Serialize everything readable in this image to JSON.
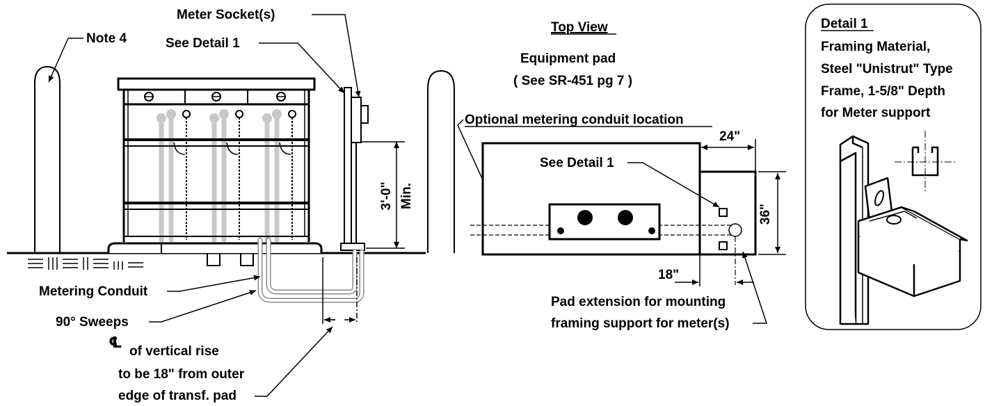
{
  "side_view": {
    "note4": "Note 4",
    "meter_sockets": "Meter Socket(s)",
    "see_detail_1": "See Detail 1",
    "dim_height": "3'-0\"",
    "dim_min": "Min.",
    "metering_conduit": "Metering Conduit",
    "sweeps": "90° Sweeps",
    "centerline_symbol": "℄",
    "rise_note": [
      "of vertical rise",
      "to be 18\" from outer",
      "edge of transf. pad"
    ]
  },
  "top_view": {
    "title": "Top View",
    "pad_label": "Equipment pad",
    "pad_ref": "( See SR-451 pg 7 )",
    "optional_conduit": "Optional metering conduit location",
    "see_detail_1": "See Detail 1",
    "dim_24": "24\"",
    "dim_36": "36\"",
    "dim_18": "18\"",
    "pad_extension": [
      "Pad extension for mounting",
      "framing support for meter(s)"
    ]
  },
  "detail1": {
    "title": "Detail 1",
    "lines": [
      "Framing Material,",
      "Steel \"Unistrut\" Type",
      "Frame, 1-5/8\" Depth",
      "for Meter support"
    ]
  },
  "colors": {
    "line": "#000000",
    "ghost": "#c8c8c8",
    "background": "#ffffff"
  }
}
